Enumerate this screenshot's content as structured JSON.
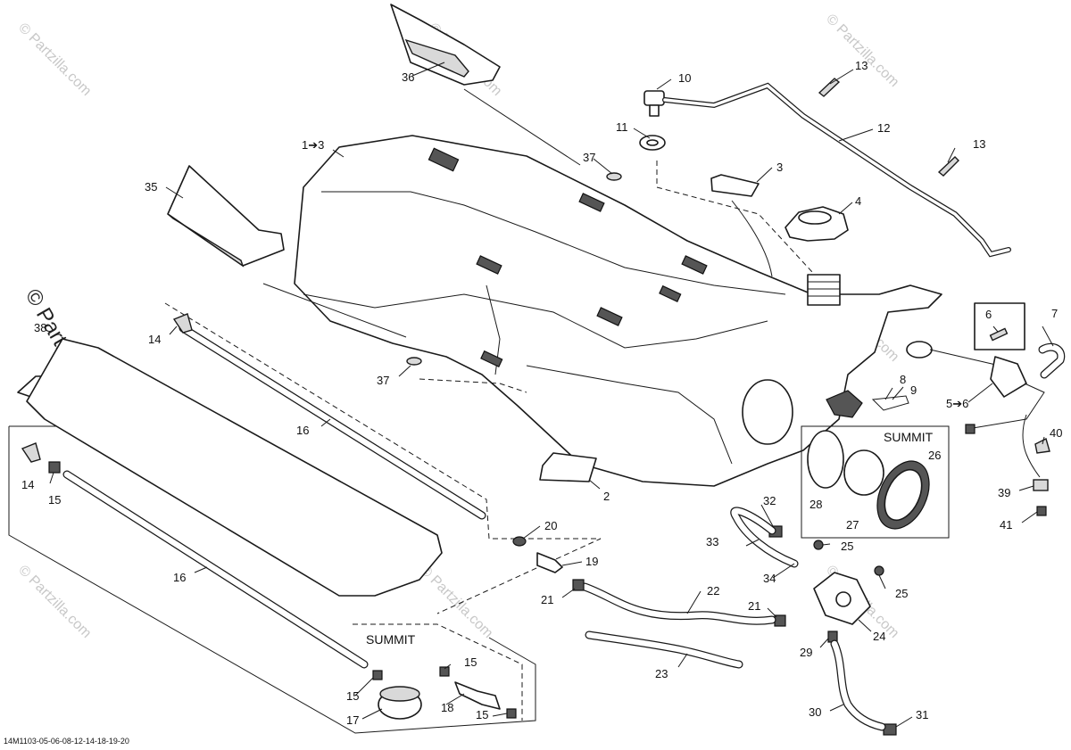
{
  "diagram_code": "14M1103-05-06-08-12-14-18-19-20",
  "watermark": "© Partzilla.com",
  "summit_label": "SUMMIT",
  "callouts": {
    "c1to3": "1➔3",
    "c2": "2",
    "c3": "3",
    "c4": "4",
    "c5to6": "5➔6",
    "c6": "6",
    "c7": "7",
    "c8": "8",
    "c9": "9",
    "c10": "10",
    "c11": "11",
    "c12": "12",
    "c13a": "13",
    "c13b": "13",
    "c14a": "14",
    "c14b": "14",
    "c15a": "15",
    "c15b": "15",
    "c15c": "15",
    "c15d": "15",
    "c16a": "16",
    "c16b": "16",
    "c17": "17",
    "c18": "18",
    "c19": "19",
    "c20": "20",
    "c21a": "21",
    "c21b": "21",
    "c22": "22",
    "c23": "23",
    "c24": "24",
    "c25a": "25",
    "c25b": "25",
    "c26": "26",
    "c27": "27",
    "c28": "28",
    "c29": "29",
    "c30": "30",
    "c31": "31",
    "c32": "32",
    "c33": "33",
    "c34": "34",
    "c35": "35",
    "c36": "36",
    "c37a": "37",
    "c37b": "37",
    "c38": "38",
    "c39": "39",
    "c40": "40",
    "c41": "41"
  }
}
